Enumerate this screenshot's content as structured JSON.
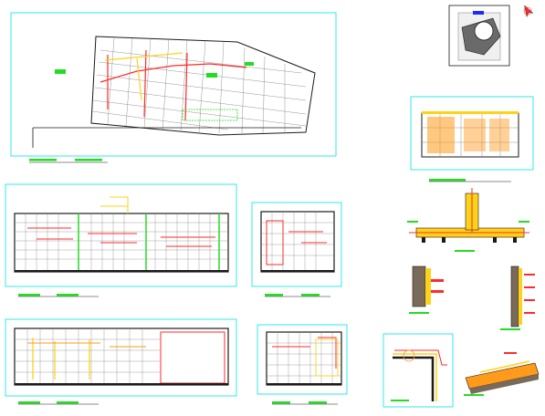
{
  "sheet": {
    "title": "",
    "background": "#ffffff"
  },
  "colors": {
    "frame": "#00e5e5",
    "grid": "#7a7a7a",
    "wall": "#1a1a1a",
    "accent_red": "#ff2a2a",
    "accent_yellow": "#ffd21a",
    "accent_green": "#22dd22",
    "accent_orange": "#ff9a1a",
    "accent_blue": "#1a2aff",
    "note_white": "#ffffff"
  },
  "views": [
    {
      "id": "plan-main",
      "kind": "floor-plan"
    },
    {
      "id": "key-plan",
      "kind": "location-plan"
    },
    {
      "id": "plan-small",
      "kind": "partial-plan"
    },
    {
      "id": "elevation-1",
      "kind": "tile-elevation"
    },
    {
      "id": "elevation-2",
      "kind": "tile-elevation"
    },
    {
      "id": "elevation-3",
      "kind": "tile-elevation"
    },
    {
      "id": "elevation-4",
      "kind": "tile-elevation"
    },
    {
      "id": "detail-tee",
      "kind": "pipe-detail"
    },
    {
      "id": "detail-wall-a",
      "kind": "wall-section"
    },
    {
      "id": "detail-wall-b",
      "kind": "wall-section"
    },
    {
      "id": "detail-corner",
      "kind": "corner-section"
    },
    {
      "id": "detail-slab",
      "kind": "slab-section"
    }
  ],
  "north_arrow": {
    "icon": "north-arrow-icon"
  }
}
